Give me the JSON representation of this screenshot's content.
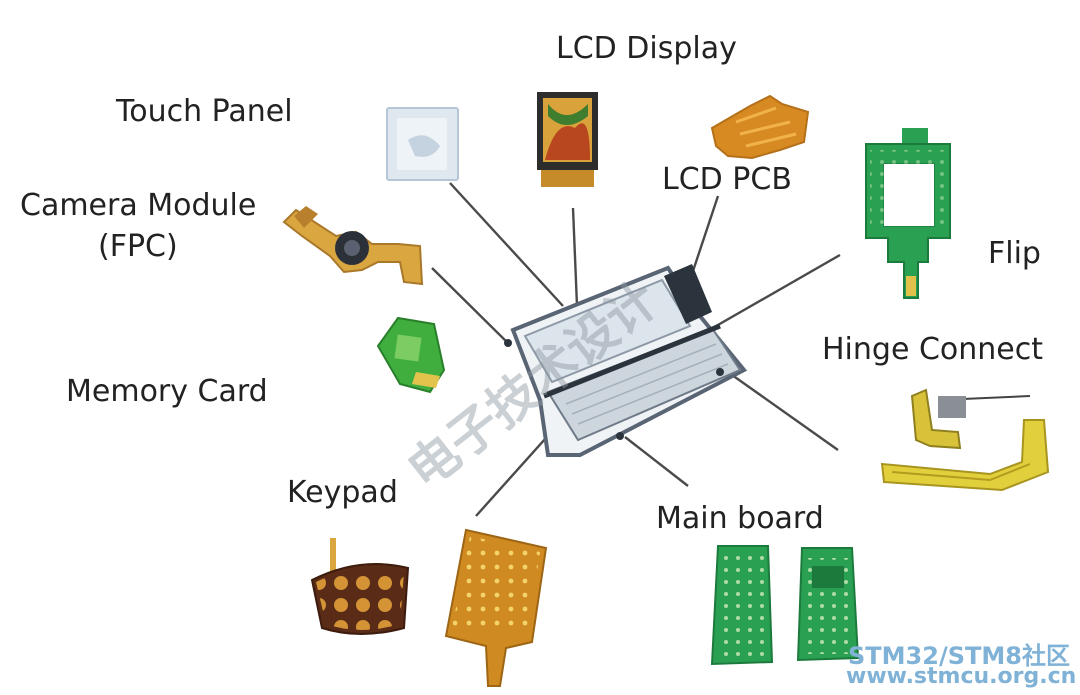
{
  "labels": {
    "lcd_display": "LCD Display",
    "touch_panel": "Touch Panel",
    "lcd_pcb": "LCD PCB",
    "camera_module": "Camera Module",
    "camera_module_sub": "(FPC)",
    "flip": "Flip",
    "hinge_connect": "Hinge Connect",
    "memory_card": "Memory Card",
    "keypad": "Keypad",
    "main_board": "Main board"
  },
  "watermark": {
    "diagonal": "电子技术设计",
    "brand": "STM32/STM8社区",
    "url": "www.stmcu.org.cn"
  },
  "colors": {
    "label_text": "#222222",
    "leader_line": "#4a4a4a",
    "pcb_green": "#2aa152",
    "fpc_orange": "#d78a22",
    "watermark": "#7fb2d6"
  }
}
